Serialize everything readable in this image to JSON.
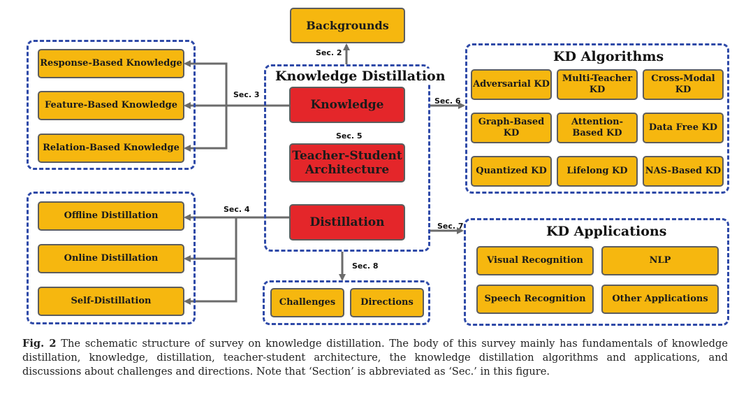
{
  "backgrounds": {
    "label": "Backgrounds",
    "sec": "Sec. 2"
  },
  "center": {
    "title": "Knowledge Distillation",
    "knowledge": "Knowledge",
    "teacher_student": "Teacher-Student Architecture",
    "distillation": "Distillation",
    "sec5": "Sec. 5"
  },
  "knowledge_types": {
    "sec": "Sec. 3",
    "items": [
      "Response-Based Knowledge",
      "Feature-Based Knowledge",
      "Relation-Based Knowledge"
    ]
  },
  "distillation_schemes": {
    "sec": "Sec. 4",
    "items": [
      "Offline Distillation",
      "Online Distillation",
      "Self-Distillation"
    ]
  },
  "kd_algorithms": {
    "title": "KD Algorithms",
    "sec": "Sec. 6",
    "items": [
      "Adversarial KD",
      "Multi-Teacher KD",
      "Cross-Modal KD",
      "Graph-Based KD",
      "Attention-Based KD",
      "Data Free KD",
      "Quantized KD",
      "Lifelong KD",
      "NAS-Based KD"
    ]
  },
  "kd_applications": {
    "title": "KD Applications",
    "sec": "Sec. 7",
    "items": [
      "Visual Recognition",
      "NLP",
      "Speech Recognition",
      "Other Applications"
    ]
  },
  "discussion": {
    "sec": "Sec. 8",
    "items": [
      "Challenges",
      "Directions"
    ]
  },
  "caption": {
    "label": "Fig. 2",
    "text": "The schematic structure of survey on knowledge distillation. The body of this survey mainly has fundamentals of knowledge distillation, knowledge, distillation, teacher-student architecture, the knowledge distillation algorithms and applications, and discussions about challenges and directions. Note that ‘Section’ is abbreviated as ‘Sec.’ in this figure."
  },
  "colors": {
    "box_fill": "#f6b70f",
    "center_fill": "#e4262a",
    "group_border": "#2f4aa8",
    "arrow": "#6b6b6b"
  }
}
